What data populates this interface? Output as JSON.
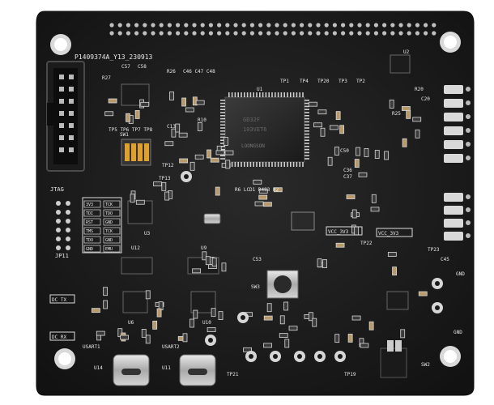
{
  "board": {
    "part_number": "P1409374A_Y13_230913",
    "chip_label": "U1",
    "chip_markings": [
      "GD32F",
      "103VET6",
      "LOONGSON"
    ],
    "silkscreen": {
      "jtag": "JTAG",
      "jp11": "JP11",
      "dc_tx": "DC TX",
      "dc_rx": "DC RX",
      "usart1": "USART1",
      "usart2": "USART2",
      "u14": "U14",
      "u11": "U11",
      "vcc_3v3": "VCC_3V3",
      "vcc_3v3b": "VCC_3V3",
      "gnd_top": "GND",
      "gnd_bottom": "GND",
      "tp1": "TP1",
      "tp4": "TP4",
      "tp20": "TP20",
      "tp3": "TP3",
      "tp2": "TP2",
      "tp22": "TP22",
      "tp23": "TP23",
      "tp21": "TP21",
      "tp19": "TP19",
      "tp13": "TP13",
      "tp12": "TP12",
      "r27": "R27",
      "r26": "R26",
      "c57": "C57",
      "c58": "C58",
      "c46": "C46 C47 C48",
      "r10": "R10",
      "c13": "C13",
      "sw1": "SW1",
      "sw2": "SW2",
      "sw3": "SW3",
      "u2": "U2",
      "u9": "U9",
      "u12": "U12",
      "u3": "U3",
      "u6": "U6",
      "u10": "U10",
      "lcd": "R6 LCD1 R483 R2",
      "c50": "C50",
      "c53": "C53",
      "c45": "C45",
      "tpl": "TP5 TP6 TP7 TP8",
      "r20": "R20",
      "c20": "C20",
      "r25": "R25",
      "c36": "C36",
      "c37": "C37"
    },
    "jtag_labels": [
      "3V3",
      "TCK",
      "TDI",
      "TDO",
      "RST",
      "GND",
      "TMS",
      "TCK",
      "TDO",
      "GND",
      "GND",
      "EMU"
    ]
  }
}
